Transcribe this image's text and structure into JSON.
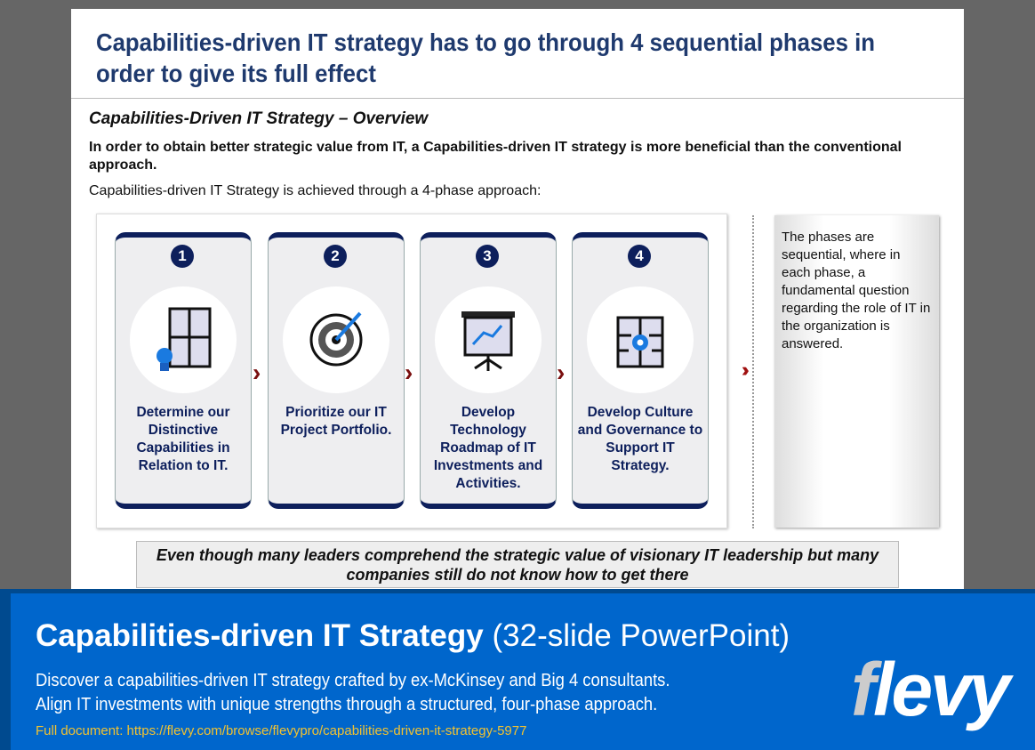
{
  "slide": {
    "title": "Capabilities-driven IT strategy has to go through 4 sequential phases in order to give its full effect",
    "subtitle": "Capabilities-Driven IT Strategy – Overview",
    "lead": "In order to obtain better strategic value from IT, a Capabilities-driven IT strategy is more beneficial than the conventional approach.",
    "intro": "Capabilities-driven IT Strategy is achieved through a 4-phase approach:",
    "phases": [
      {
        "number": "1",
        "icon": "puzzle-lightbulb-icon",
        "text": "Determine our Distinctive Capabilities in Relation to IT."
      },
      {
        "number": "2",
        "icon": "target-arrow-icon",
        "text": "Prioritize our IT Project Portfolio."
      },
      {
        "number": "3",
        "icon": "presentation-board-icon",
        "text": "Develop Technology Roadmap of IT Investments and Activities."
      },
      {
        "number": "4",
        "icon": "brain-gear-icon",
        "text": "Develop Culture and Governance to Support IT Strategy."
      }
    ],
    "note": "The phases are sequential, where in each phase, a fundamental question regarding the role of IT in the organization is answered.",
    "quote": "Even though many leaders comprehend the strategic value of visionary IT leadership but many companies still do not know how to get there"
  },
  "banner": {
    "title": "Capabilities-driven IT Strategy",
    "title_suffix": "(32-slide PowerPoint)",
    "line1": "Discover a capabilities-driven IT strategy crafted by ex-McKinsey and Big 4 consultants.",
    "line2": "Align IT investments with unique strengths through a structured, four-phase approach.",
    "link": "Full document: https://flevy.com/browse/flevypro/capabilities-driven-it-strategy-5977",
    "logo": "flevy"
  },
  "colors": {
    "navy": "#0d1f5c",
    "banner": "#0066cc",
    "chevron": "#7a0f0f",
    "link": "#f2c230"
  }
}
